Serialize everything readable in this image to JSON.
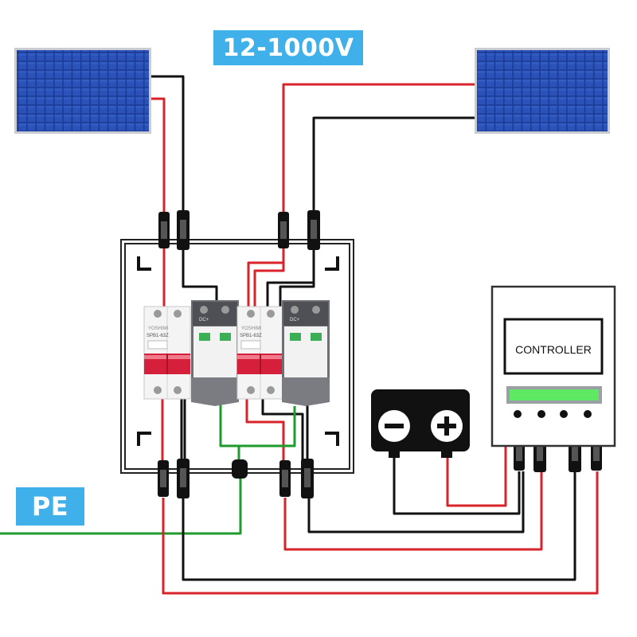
{
  "labels": {
    "voltage": "12-1000V",
    "pe": "PE",
    "controller": "CONTROLLER",
    "breaker_brand": "YOSHIMI",
    "breaker_model": "SPB1-63Z",
    "spd_text": "DC+"
  },
  "battery": {
    "minus_symbol": "−",
    "plus_symbol": "+"
  },
  "colors": {
    "panel_blue": "#1f3f9a",
    "wire_red": "#d8232a",
    "wire_black": "#111111",
    "wire_green": "#1f9a2c",
    "badge_blue": "#3fb0ea",
    "breaker_red": "#d61f3a",
    "spd_grey": "#6d6f75",
    "lcd_green": "#5ee864"
  }
}
